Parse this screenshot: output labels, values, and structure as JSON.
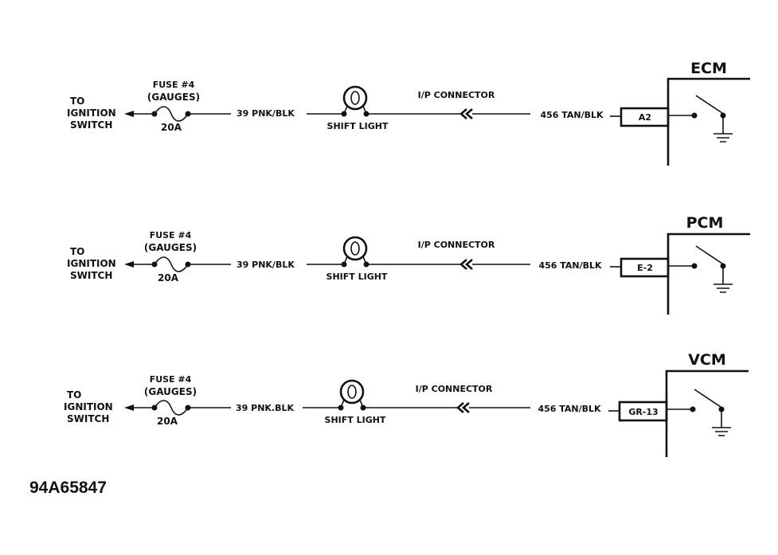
{
  "circuits": [
    {
      "to_line1": "TO",
      "to_line2": "IGNITION",
      "to_line3": "SWITCH",
      "fuse_line1": "FUSE #4",
      "fuse_line2": "(GAUGES)",
      "fuse_rating": "20A",
      "wire_left": "39 PNK/BLK",
      "lamp_label": "SHIFT LIGHT",
      "connector_label": "I/P CONNECTOR",
      "wire_right": "456 TAN/BLK",
      "pin": "A2",
      "module": "ECM"
    },
    {
      "to_line1": "TO",
      "to_line2": "IGNITION",
      "to_line3": "SWITCH",
      "fuse_line1": "FUSE #4",
      "fuse_line2": "(GAUGES)",
      "fuse_rating": "20A",
      "wire_left": "39 PNK/BLK",
      "lamp_label": "SHIFT LIGHT",
      "connector_label": "I/P CONNECTOR",
      "wire_right": "456 TAN/BLK",
      "pin": "E-2",
      "module": "PCM"
    },
    {
      "to_line1": "TO",
      "to_line2": "IGNITION",
      "to_line3": "SWITCH",
      "fuse_line1": "FUSE #4",
      "fuse_line2": "(GAUGES)",
      "fuse_rating": "20A",
      "wire_left": "39 PNK.BLK",
      "lamp_label": "SHIFT LIGHT",
      "connector_label": "I/P CONNECTOR",
      "wire_right": "456 TAN/BLK",
      "pin": "GR-13",
      "module": "VCM"
    }
  ],
  "figure_code": "94A65847"
}
